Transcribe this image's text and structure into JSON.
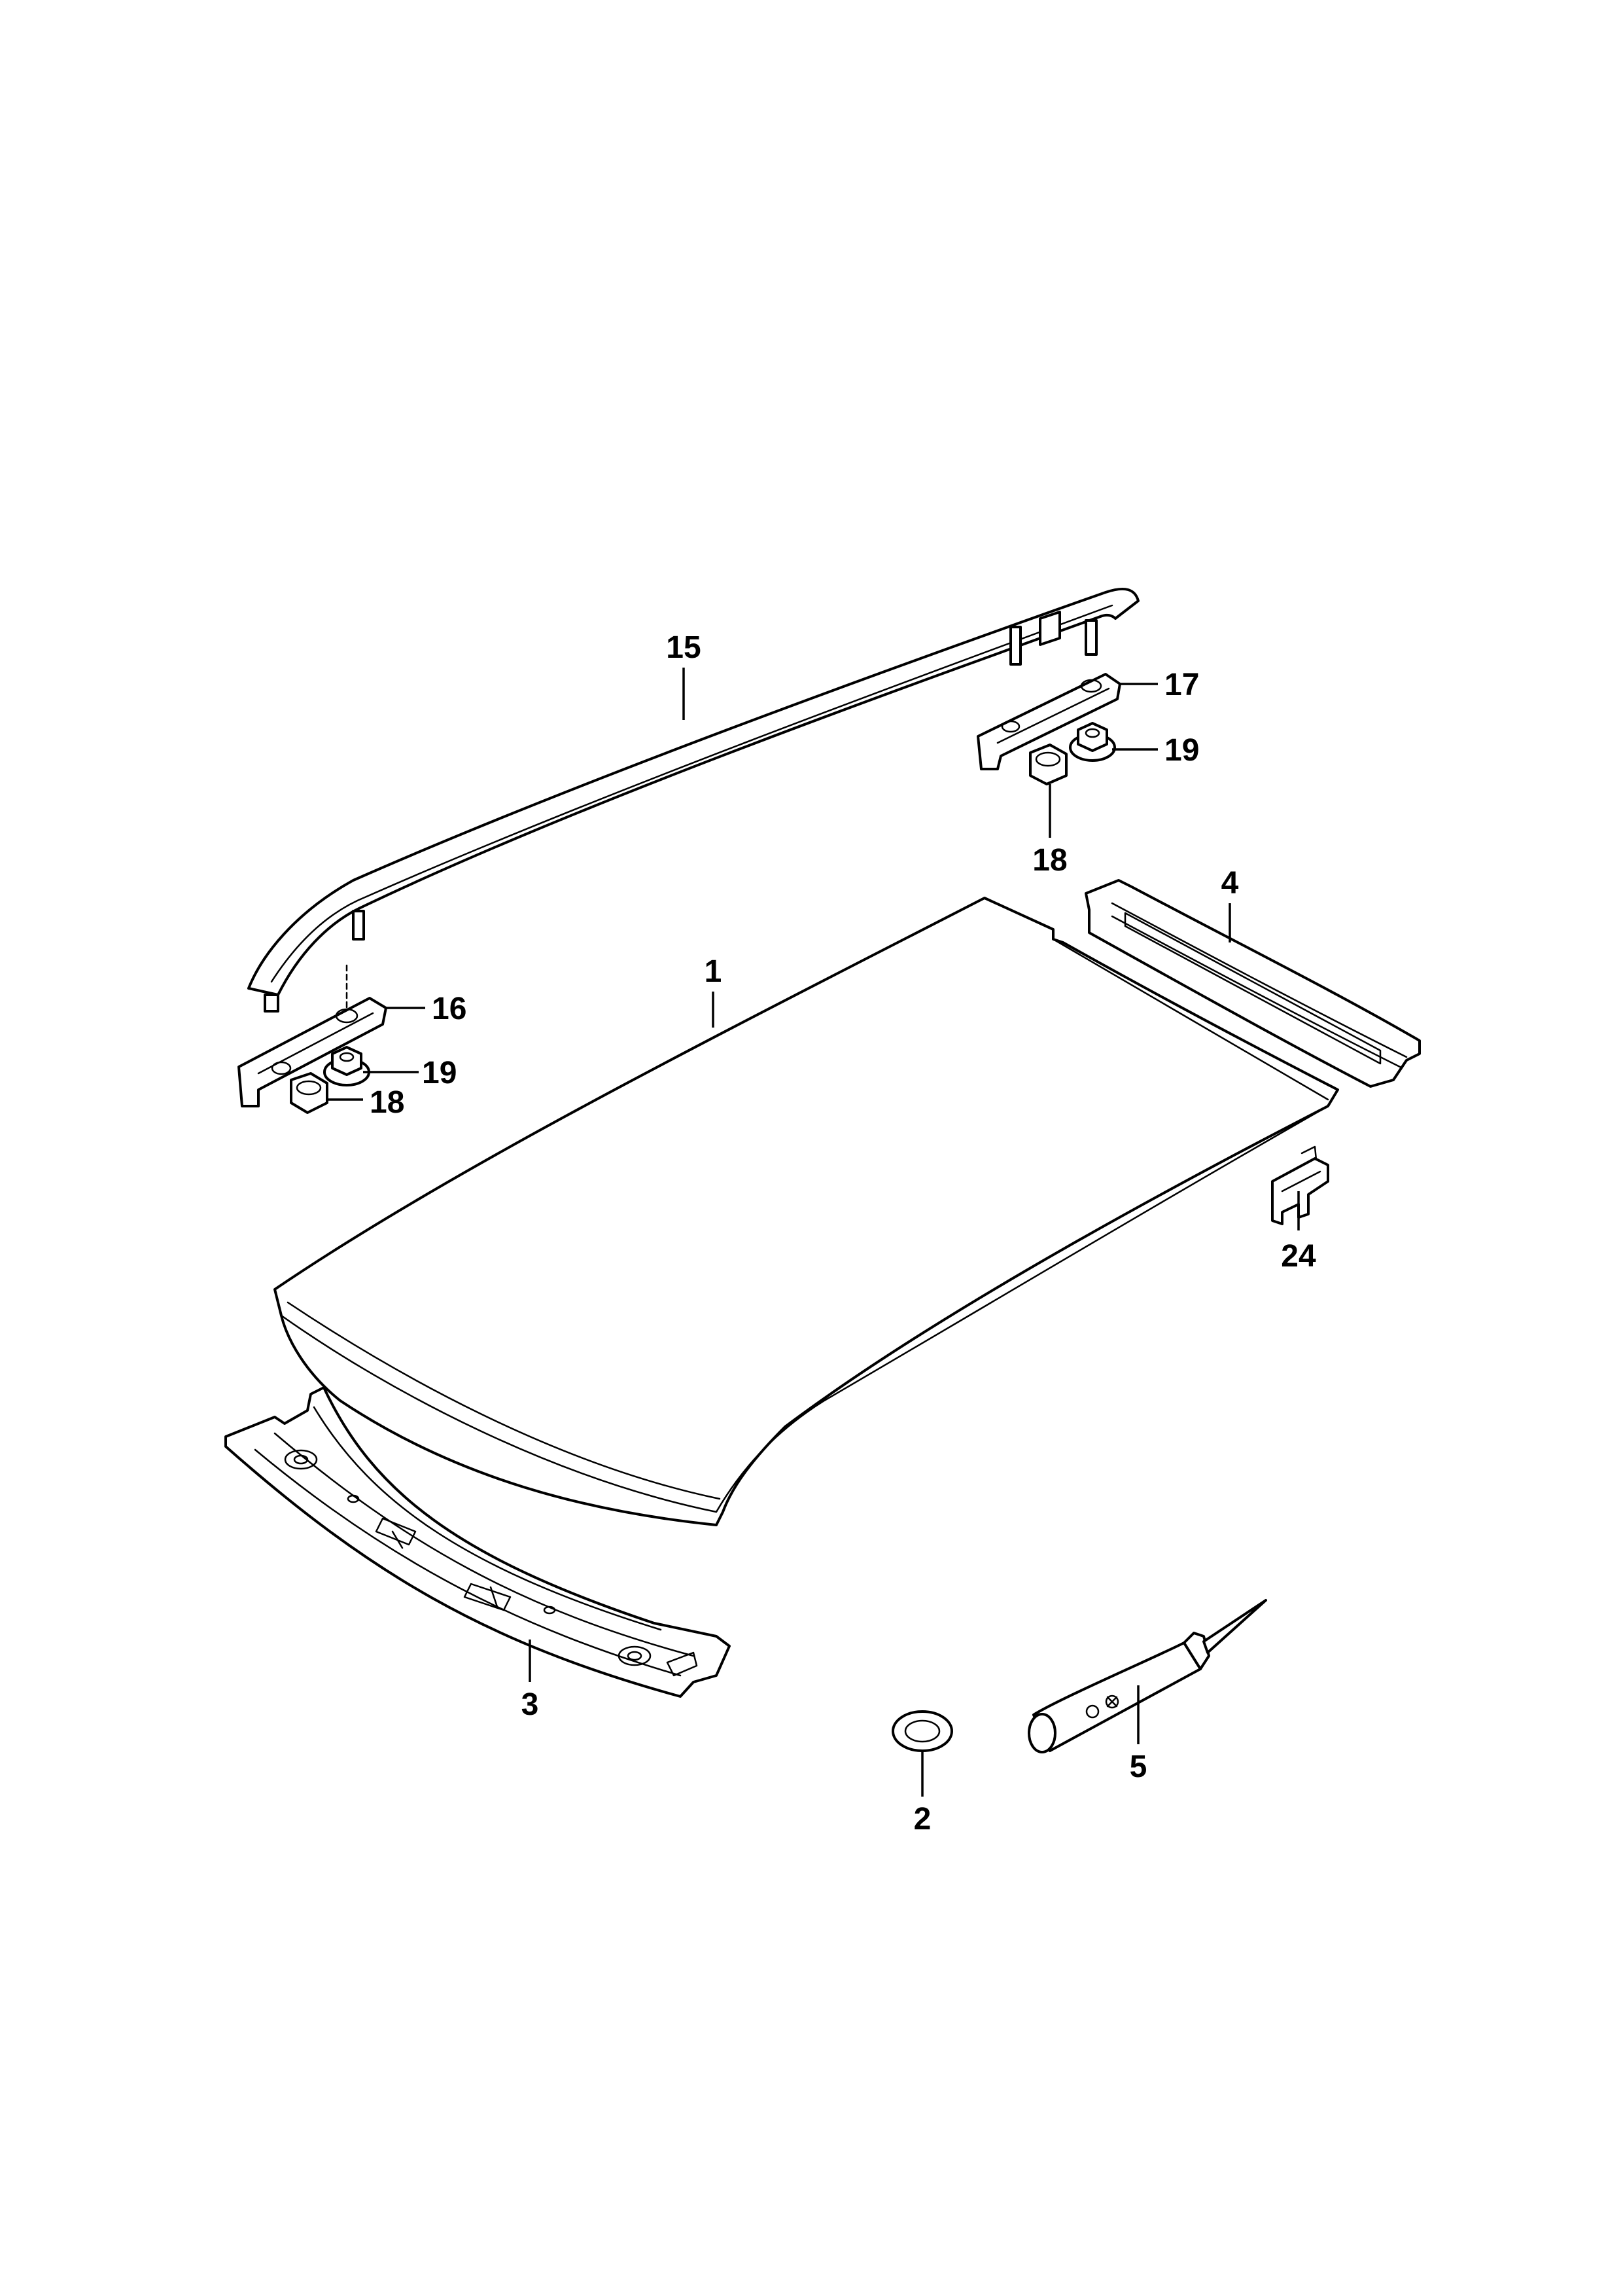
{
  "diagram": {
    "colors": {
      "line": "#000000",
      "background": "#ffffff"
    },
    "callouts": [
      {
        "id": "c1",
        "label": "1"
      },
      {
        "id": "c2",
        "label": "2"
      },
      {
        "id": "c3",
        "label": "3"
      },
      {
        "id": "c4",
        "label": "4"
      },
      {
        "id": "c5",
        "label": "5"
      },
      {
        "id": "c15",
        "label": "15"
      },
      {
        "id": "c16",
        "label": "16"
      },
      {
        "id": "c17",
        "label": "17"
      },
      {
        "id": "c18a",
        "label": "18"
      },
      {
        "id": "c18b",
        "label": "18"
      },
      {
        "id": "c19a",
        "label": "19"
      },
      {
        "id": "c19b",
        "label": "19"
      },
      {
        "id": "c24",
        "label": "24"
      }
    ]
  }
}
